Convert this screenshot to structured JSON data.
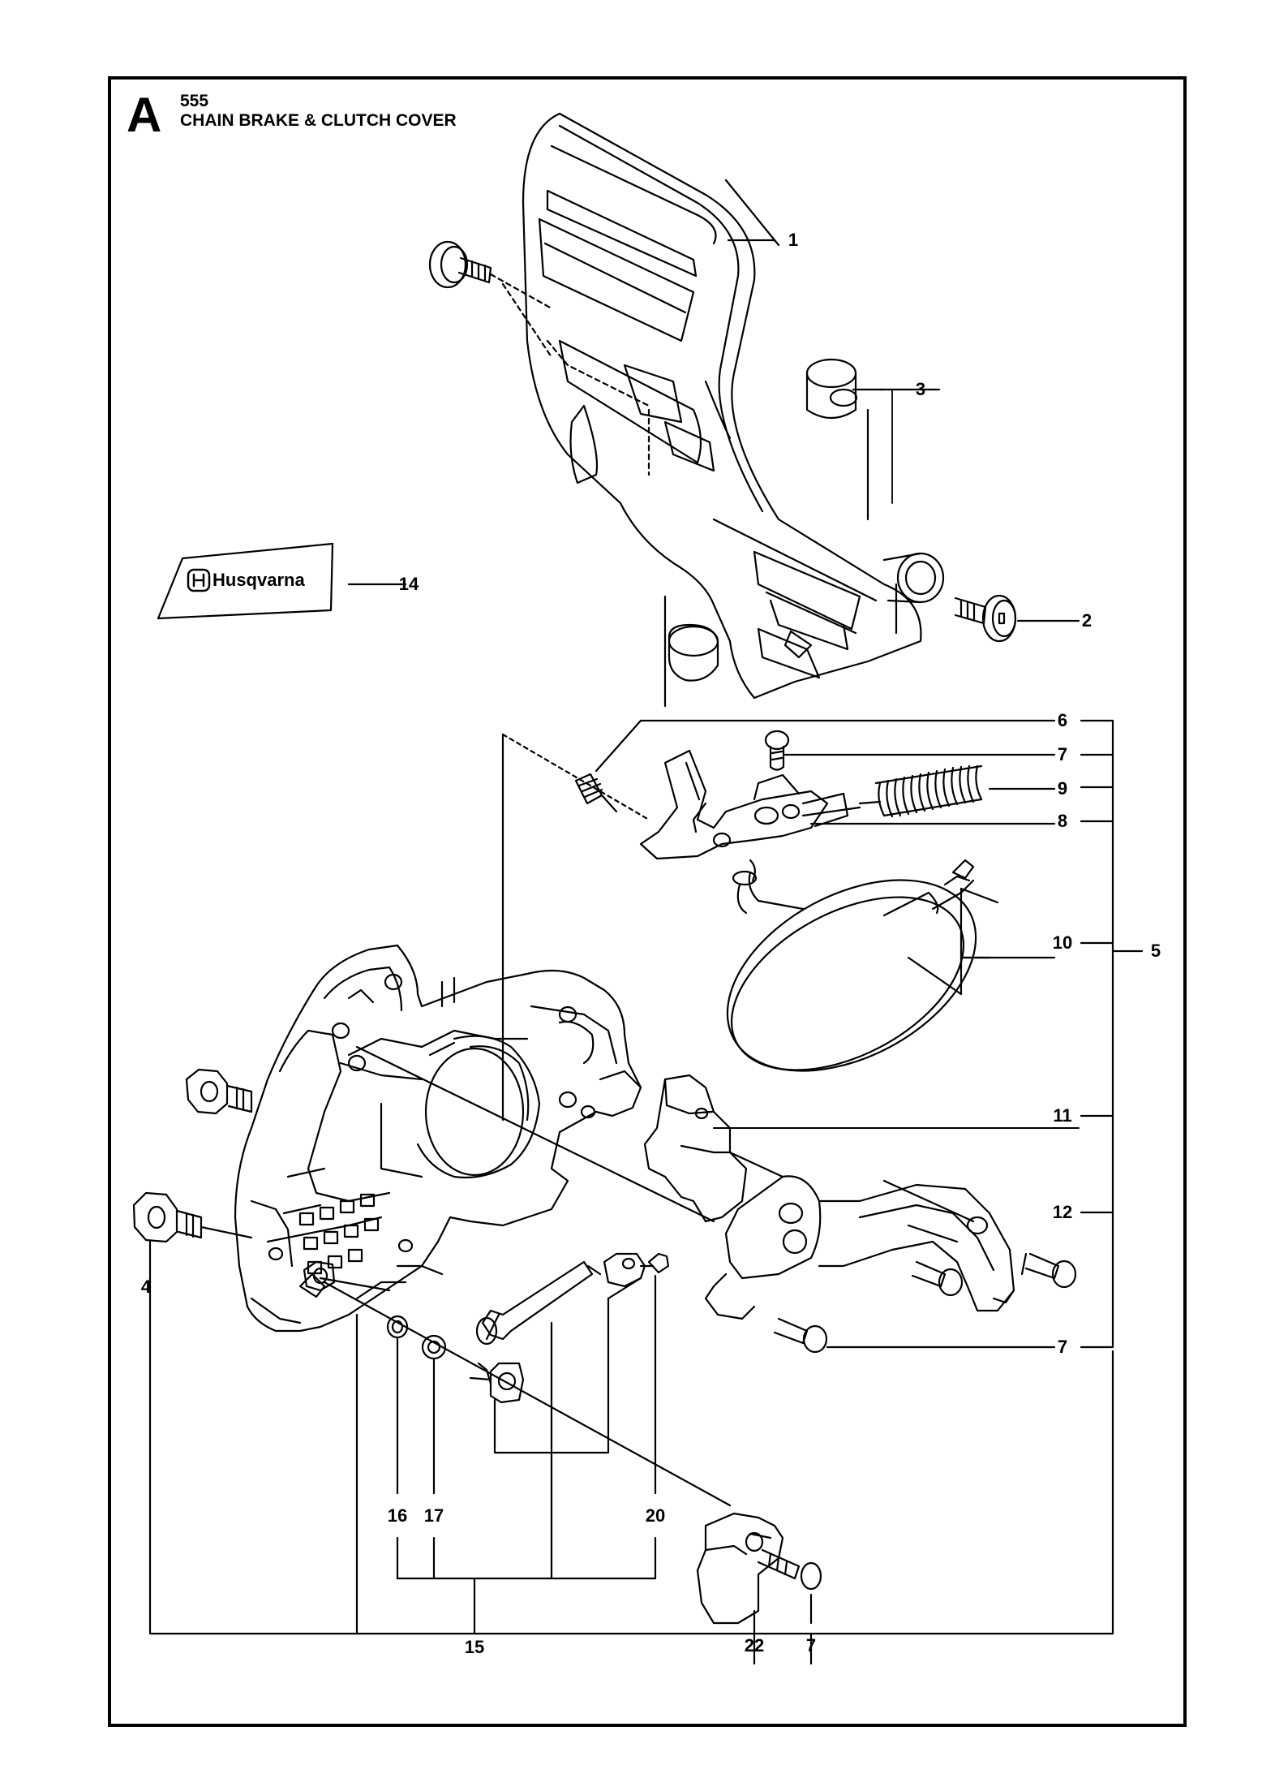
{
  "header": {
    "section_letter": "A",
    "model": "555",
    "title": "CHAIN BRAKE & CLUTCH COVER"
  },
  "decal": {
    "brand": "Husqvarna"
  },
  "callouts": {
    "c1": "1",
    "c2": "2",
    "c3": "3",
    "c4": "4",
    "c5": "5",
    "c6": "6",
    "c7a": "7",
    "c7b": "7",
    "c7c": "7",
    "c8": "8",
    "c9": "9",
    "c10": "10",
    "c11": "11",
    "c12": "12",
    "c14": "14",
    "c15": "15",
    "c16": "16",
    "c17": "17",
    "c20": "20",
    "c22": "22"
  }
}
